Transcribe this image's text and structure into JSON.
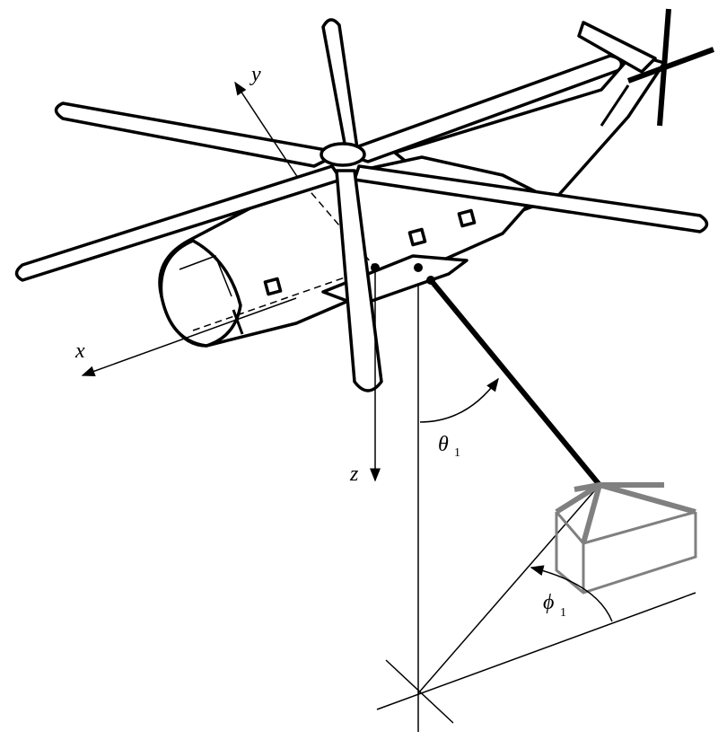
{
  "labels": {
    "x_axis": "x",
    "y_axis": "y",
    "z_axis": "z",
    "theta": {
      "symbol": "θ",
      "subscript": "1"
    },
    "phi": {
      "symbol": "ϕ",
      "subscript": "1"
    }
  },
  "colors": {
    "line": "#000000",
    "load": "#808080"
  }
}
